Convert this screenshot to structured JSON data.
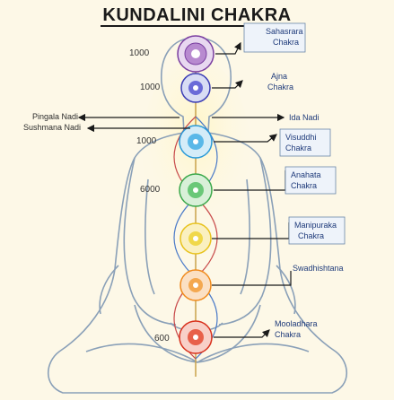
{
  "title": "KUNDALINI CHAKRA",
  "chakras": [
    {
      "name": "Sahasrara",
      "word": "Chakra",
      "petals": "1000",
      "color": "#7a3ea0"
    },
    {
      "name": "Ajna",
      "word": "Chakra",
      "petals": "1000",
      "color": "#3b3db5"
    },
    {
      "name": "Visuddhi",
      "word": "Chakra",
      "petals": "1000",
      "color": "#2a9ad8"
    },
    {
      "name": "Anahata",
      "word": "Chakra",
      "petals": "6000",
      "color": "#3aa84a"
    },
    {
      "name": "Manipuraka",
      "word": "Chakra",
      "petals": "",
      "color": "#e8c21c"
    },
    {
      "name": "Swadhishtana",
      "word": "",
      "petals": "",
      "color": "#f08a1c"
    },
    {
      "name": "Mooladhara",
      "word": "Chakra",
      "petals": "600",
      "color": "#d8301c"
    }
  ],
  "nadis": {
    "ida": "Ida Nadi",
    "pingala": "Pingala Nadi",
    "sushmana": "Sushmana Nadi"
  },
  "colors": {
    "background": "#fdf8e7",
    "body_outline": "#8aa0b8",
    "arrow": "#1a1a1a",
    "label_box": "#eef3fa"
  }
}
